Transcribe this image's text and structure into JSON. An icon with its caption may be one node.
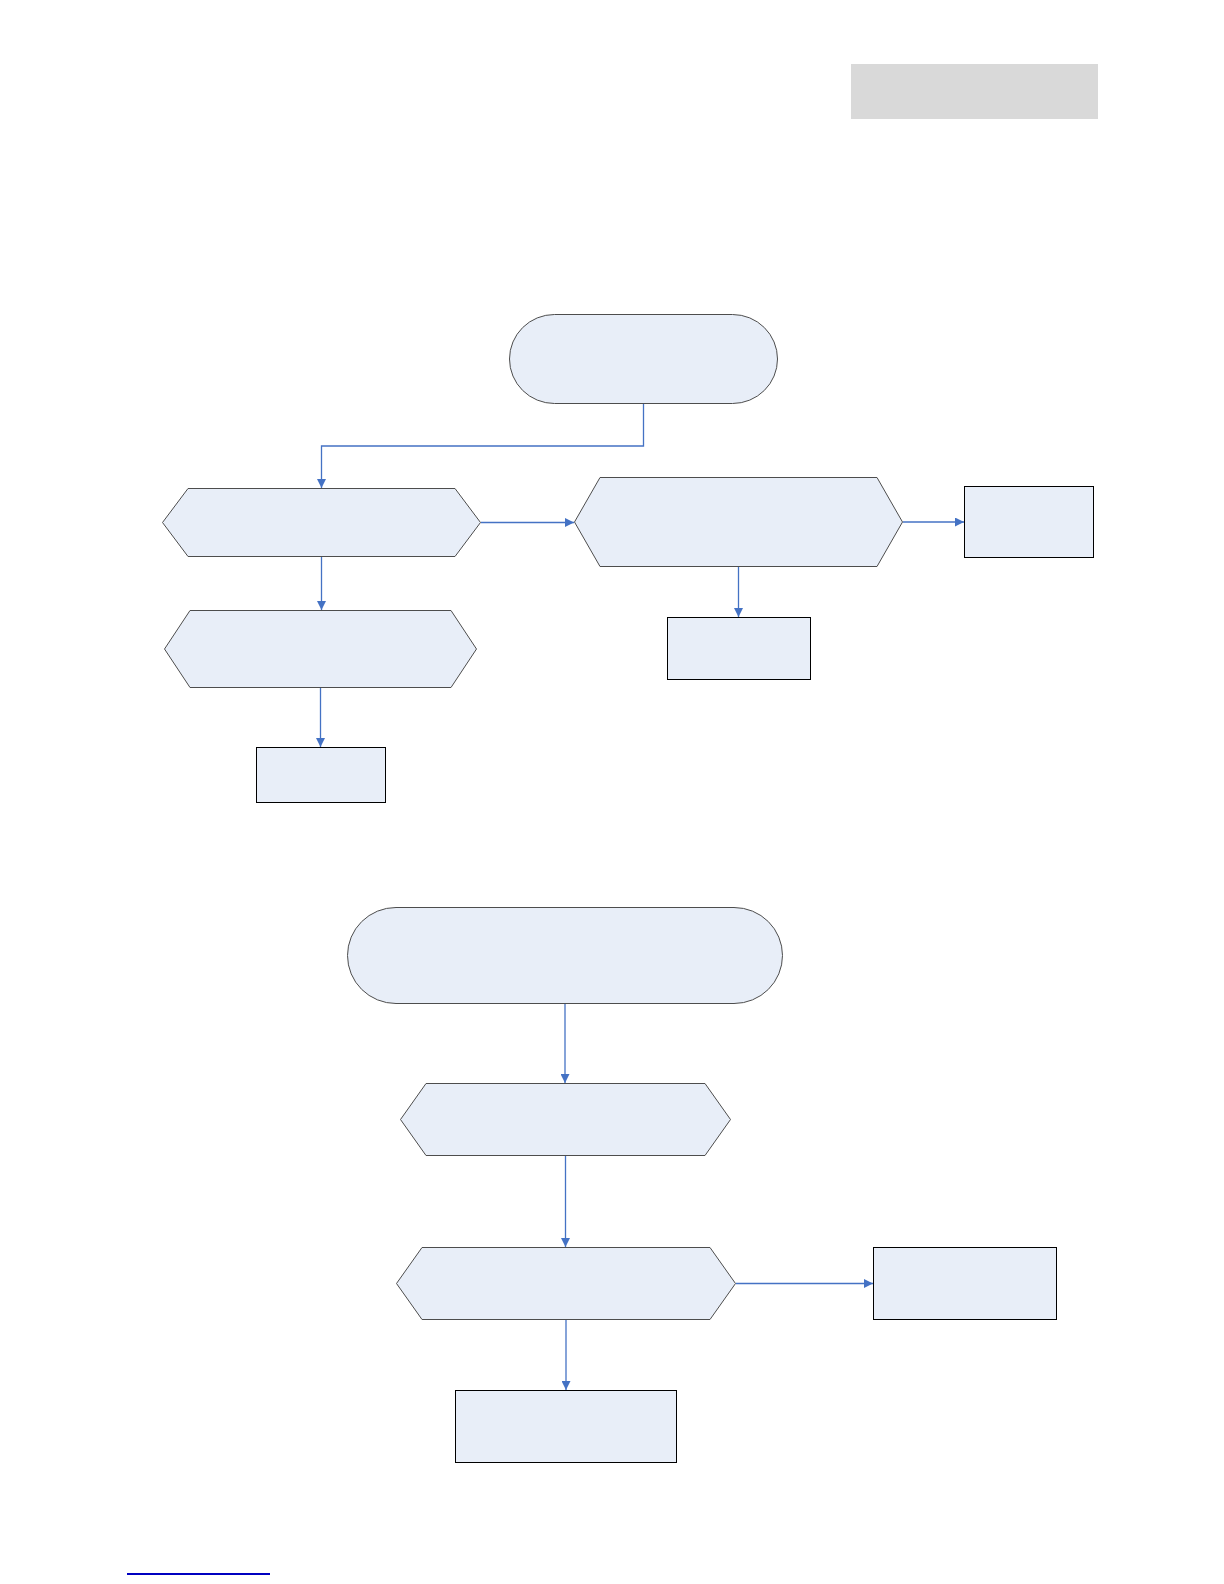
{
  "diagram": {
    "nodes": [
      {
        "text": [],
        "shape": "bar"
      },
      {
        "text": [],
        "shape": "pill"
      },
      {
        "text": [],
        "shape": "hexagon"
      },
      {
        "text": [],
        "shape": "hexagon"
      },
      {
        "text": [],
        "shape": "box"
      },
      {
        "text": [],
        "shape": "hexagon"
      },
      {
        "text": [],
        "shape": "box"
      },
      {
        "text": [],
        "shape": "box"
      },
      {
        "text": [],
        "shape": "pill"
      },
      {
        "text": [],
        "shape": "hexagon"
      },
      {
        "text": [],
        "shape": "hexagon"
      },
      {
        "text": [],
        "shape": "box"
      },
      {
        "text": [],
        "shape": "box"
      }
    ],
    "edges": [
      {
        "from": 1,
        "to": 2,
        "arrow": "to"
      },
      {
        "from": 2,
        "to": 3,
        "arrow": "to"
      },
      {
        "from": 3,
        "to": 4,
        "arrow": "to"
      },
      {
        "from": 2,
        "to": 5,
        "arrow": "to"
      },
      {
        "from": 3,
        "to": 6,
        "arrow": "to"
      },
      {
        "from": 5,
        "to": 7,
        "arrow": "to"
      },
      {
        "from": 8,
        "to": 9,
        "arrow": "to"
      },
      {
        "from": 9,
        "to": 10,
        "arrow": "to"
      },
      {
        "from": 10,
        "to": 11,
        "arrow": "to"
      },
      {
        "from": 10,
        "to": 12,
        "arrow": "to"
      }
    ]
  }
}
